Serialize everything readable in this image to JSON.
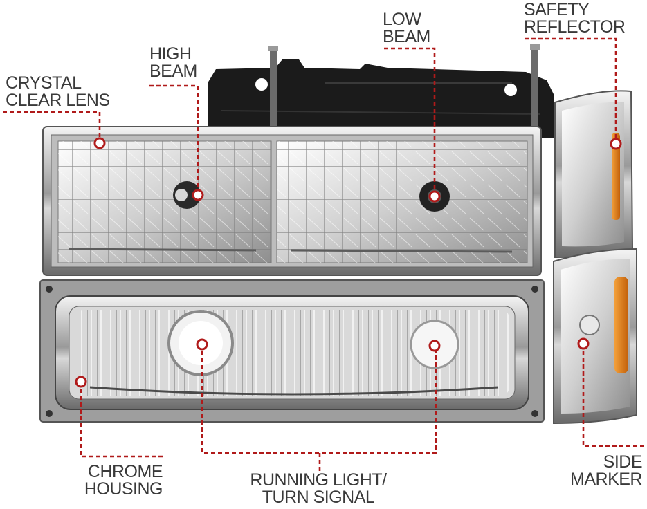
{
  "colors": {
    "callout": "#b01a1a",
    "text": "#3a3a3a",
    "chrome_dark": "#4a4a4a",
    "chrome_light": "#e8e8e8",
    "bracket": "#1b1b1b",
    "amber": "#e07a10"
  },
  "labels": {
    "crystal_clear_lens": {
      "line1": "CRYSTAL",
      "line2": "CLEAR LENS"
    },
    "high_beam": {
      "line1": "HIGH",
      "line2": "BEAM"
    },
    "low_beam": {
      "line1": "LOW",
      "line2": "BEAM"
    },
    "safety_reflector": {
      "line1": "SAFETY",
      "line2": "REFLECTOR"
    },
    "chrome_housing": {
      "line1": "CHROME",
      "line2": "HOUSING"
    },
    "running_light": {
      "line1": "RUNNING LIGHT/",
      "line2": "TURN SIGNAL"
    },
    "side_marker": {
      "line1": "SIDE",
      "line2": "MARKER"
    }
  }
}
